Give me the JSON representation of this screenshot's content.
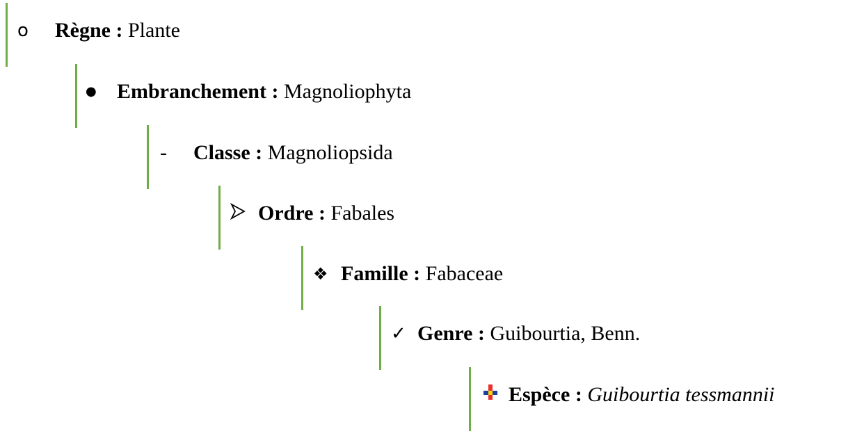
{
  "taxonomy": [
    {
      "bullet_icon": "hollow-circle-icon",
      "term": "Règne",
      "separator": ":",
      "value": "Plante"
    },
    {
      "bullet_icon": "filled-disc-icon",
      "term": "Embranchement",
      "separator": ":",
      "value": "Magnoliophyta"
    },
    {
      "bullet_icon": "dash-icon",
      "bullet_text": "-",
      "term": "Classe",
      "separator": ":",
      "value": "Magnoliopsida"
    },
    {
      "bullet_icon": "arrowhead-icon",
      "term": "Ordre",
      "separator": ":",
      "value": "Fabales"
    },
    {
      "bullet_icon": "four-diamond-icon",
      "term": "Famille",
      "separator": ":",
      "value": "Fabaceae"
    },
    {
      "bullet_icon": "checkmark-icon",
      "term": "Genre",
      "separator": ":",
      "value": "Guibourtia, Benn."
    },
    {
      "bullet_icon": "colored-plus-icon",
      "term": "Espèce",
      "separator": ":",
      "value": "Guibourtia tessmannii"
    }
  ],
  "colors": {
    "level_bar": "#70ad47",
    "text": "#000000",
    "plus_icon_red": "#e8312f",
    "plus_icon_yellow": "#ffd200",
    "plus_icon_blue": "#1f3f9f"
  }
}
